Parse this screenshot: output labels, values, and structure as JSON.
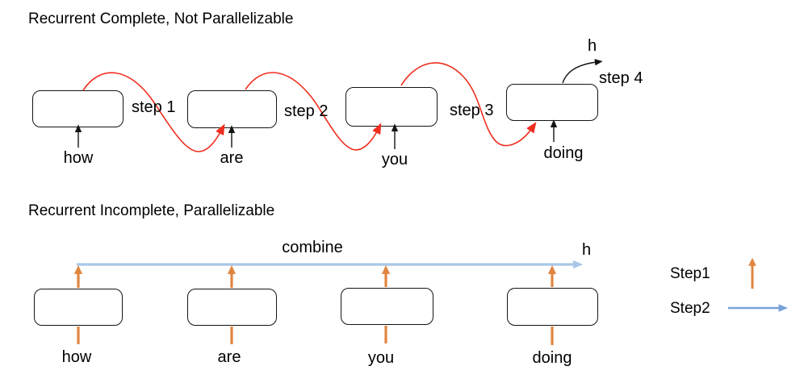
{
  "top_section": {
    "title": "Recurrent Complete, Not Parallelizable",
    "step_labels": [
      "step 1",
      "step 2",
      "step 3",
      "step 4"
    ],
    "hidden_state_label": "h",
    "words": [
      "how",
      "are",
      "you",
      "doing"
    ]
  },
  "bottom_section": {
    "title": "Recurrent Incomplete, Parallelizable",
    "combine_label": "combine",
    "hidden_state_label": "h",
    "words": [
      "how",
      "are",
      "you",
      "doing"
    ]
  },
  "legend": {
    "items": [
      {
        "label": "Step1",
        "arrow": "orange-up-arrow"
      },
      {
        "label": "Step2",
        "arrow": "blue-right-arrow"
      }
    ]
  },
  "colors": {
    "recurrent_arrow_red": "#EF2E1F",
    "step1_arrow_orange": "#E08540",
    "combine_line_blue": "#A9C7E8",
    "legend_arrow_blue": "#7AA3DA",
    "box_border_black": "#141414"
  }
}
